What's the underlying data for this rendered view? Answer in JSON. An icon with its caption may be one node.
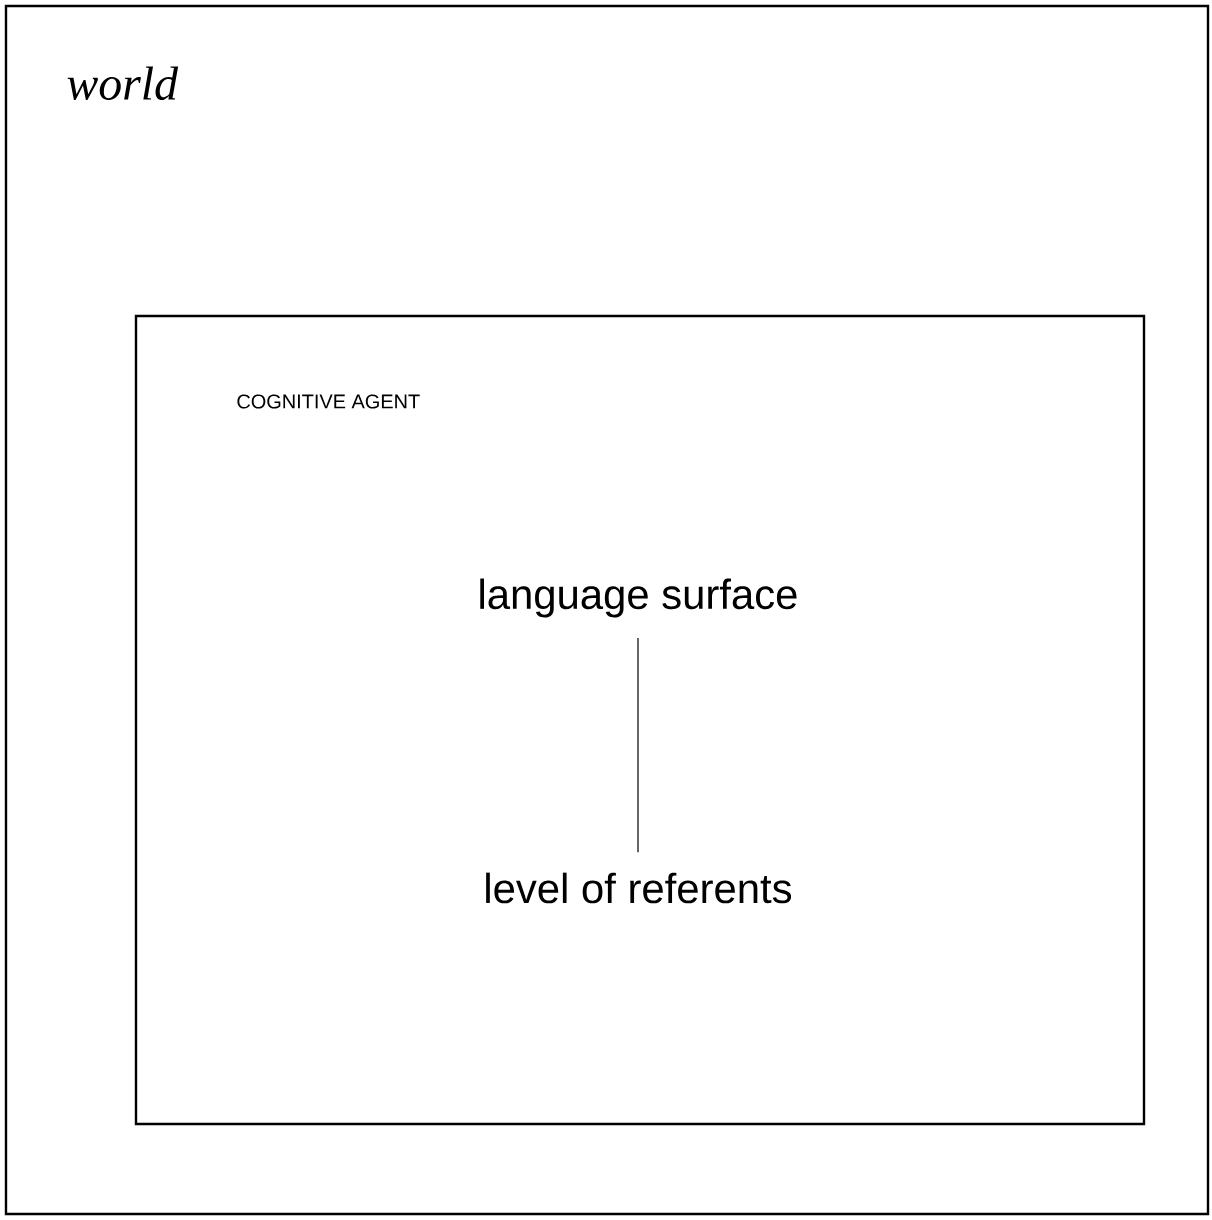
{
  "diagram": {
    "nodes": [
      {
        "text": [
          "world"
        ]
      },
      {
        "text": [
          "COGNITIVE AGENT"
        ],
        "in": 0
      },
      {
        "text": [
          "language surface"
        ],
        "in": 1
      },
      {
        "text": [
          "level of referents"
        ],
        "in": 1
      }
    ],
    "edges": [
      {
        "from": 2,
        "to": 3,
        "arrow": "none"
      }
    ]
  }
}
